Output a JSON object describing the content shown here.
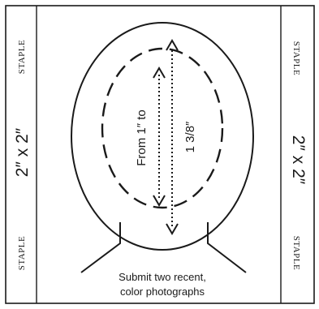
{
  "labels": {
    "staple_top_left": "STAPLE",
    "staple_bottom_left": "STAPLE",
    "staple_top_right": "STAPLE",
    "staple_bottom_right": "STAPLE",
    "size_left": "2″ x 2″",
    "size_right": "2″ x 2″",
    "range_from": "From 1″ to",
    "range_to": "1 3/8″",
    "caption_line1": "Submit two recent,",
    "caption_line2": "color photographs"
  },
  "colors": {
    "ink": "#1a1a1a",
    "background": "#ffffff"
  }
}
